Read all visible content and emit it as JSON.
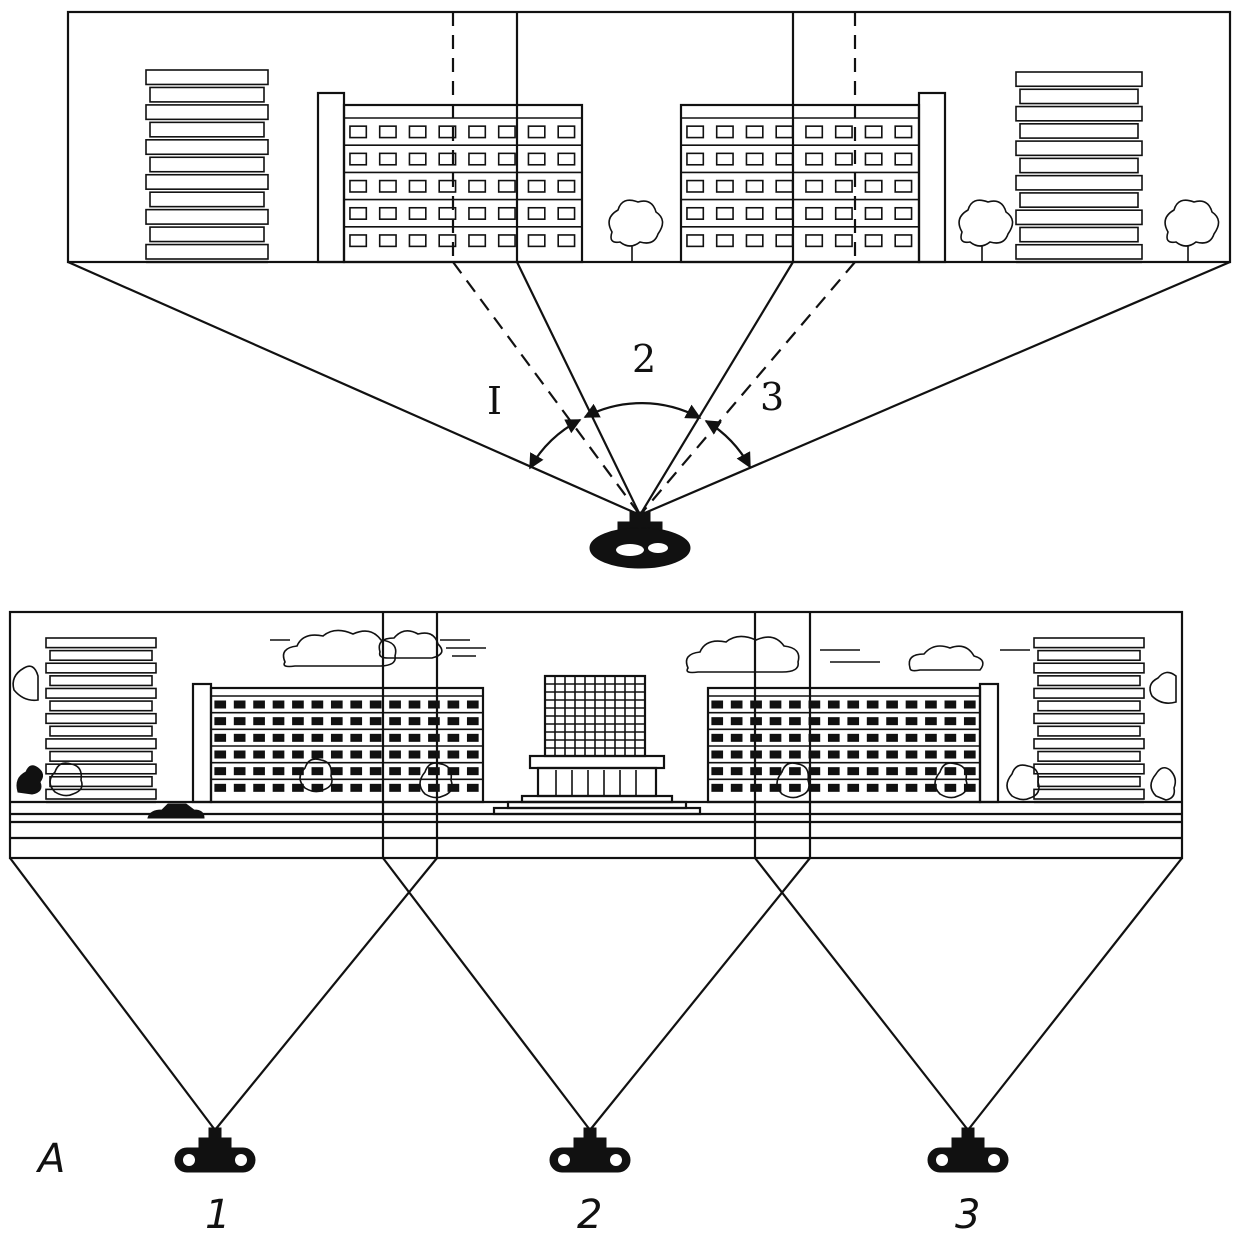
{
  "top_panorama": {
    "sector_labels": [
      "I",
      "2",
      "3"
    ]
  },
  "bottom_panorama": {
    "corner_label": "A",
    "camera_labels": [
      "1",
      "2",
      "3"
    ]
  },
  "colors": {
    "ink": "#111111",
    "paper": "#ffffff"
  }
}
